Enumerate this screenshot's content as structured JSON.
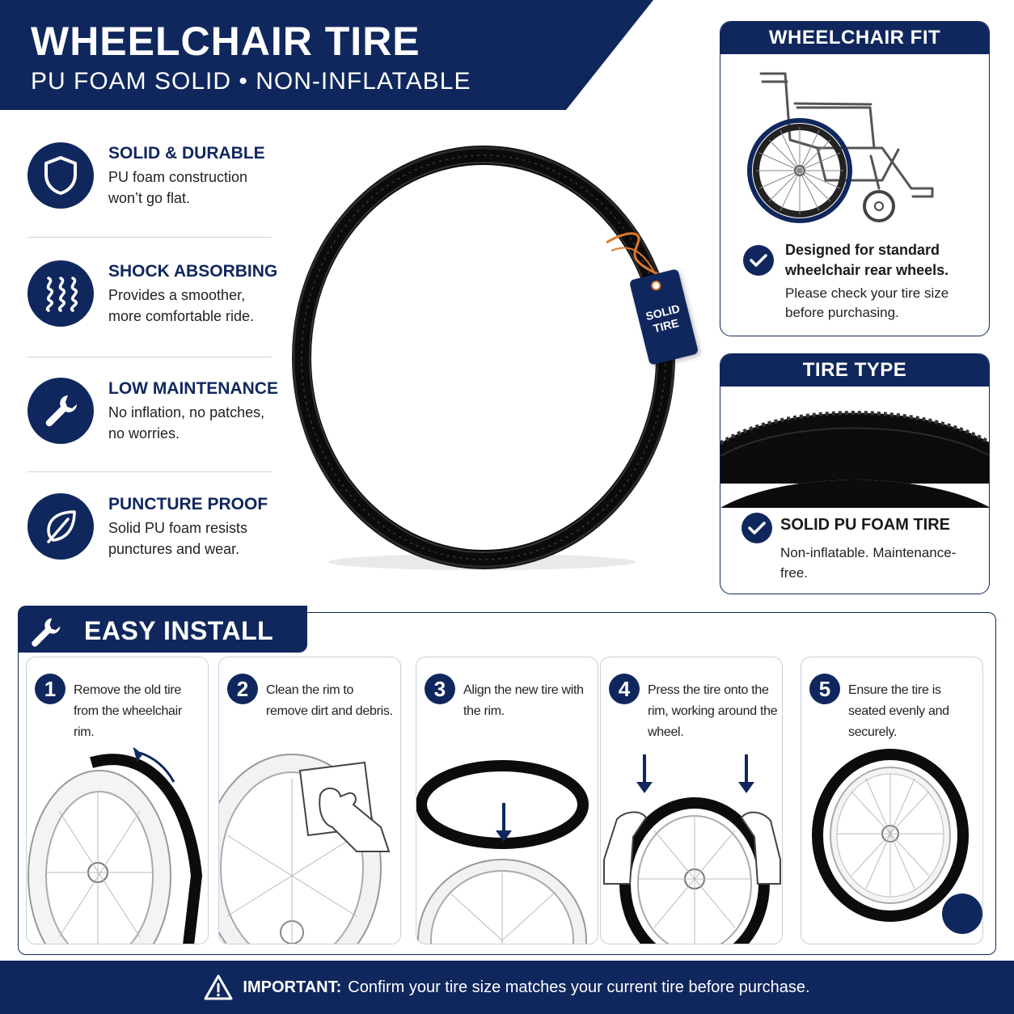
{
  "header": {
    "title": "WHEELCHAIR TIRE",
    "subtitle": "PU FOAM SOLID • NON-INFLATABLE"
  },
  "features": [
    {
      "icon": "shield-icon",
      "title": "SOLID & DURABLE",
      "desc": "PU foam construction won’t go flat."
    },
    {
      "icon": "springs-icon",
      "title": "SHOCK ABSORBING",
      "desc": "Provides a smoother, more comfortable ride."
    },
    {
      "icon": "wrench-icon",
      "title": "LOW MAINTENANCE",
      "desc": "No inflation, no patches, no worries."
    },
    {
      "icon": "leaf-icon",
      "title": "PUNCTURE PROOF",
      "desc": "Solid PU foam resists punctures and wear."
    }
  ],
  "hero": {
    "tag_line1": "SOLID",
    "tag_line2": "TIRE"
  },
  "fit_panel": {
    "title": "WHEELCHAIR FIT",
    "bold": "Designed for standard wheelchair rear wheels.",
    "note": "Please check your tire size before purchasing."
  },
  "type_panel": {
    "title": "TIRE TYPE",
    "bold": "SOLID PU FOAM TIRE",
    "note": "Non-inflatable. Maintenance-free."
  },
  "install": {
    "title": "EASY INSTALL",
    "steps": [
      {
        "num": "1",
        "text": "Remove the old tire from the wheelchair rim."
      },
      {
        "num": "2",
        "text": "Clean the rim to remove dirt and debris."
      },
      {
        "num": "3",
        "text": "Align the new tire with the rim."
      },
      {
        "num": "4",
        "text": "Press the tire onto the rim, working around the wheel."
      },
      {
        "num": "5",
        "text": "Ensure the tire is seated evenly and securely."
      }
    ]
  },
  "footer": {
    "label": "IMPORTANT:",
    "text": "Confirm your tire size matches your current tire before purchase."
  },
  "colors": {
    "navy": "#10275e",
    "tag_string": "#e07a2a",
    "tire": "#111111"
  }
}
